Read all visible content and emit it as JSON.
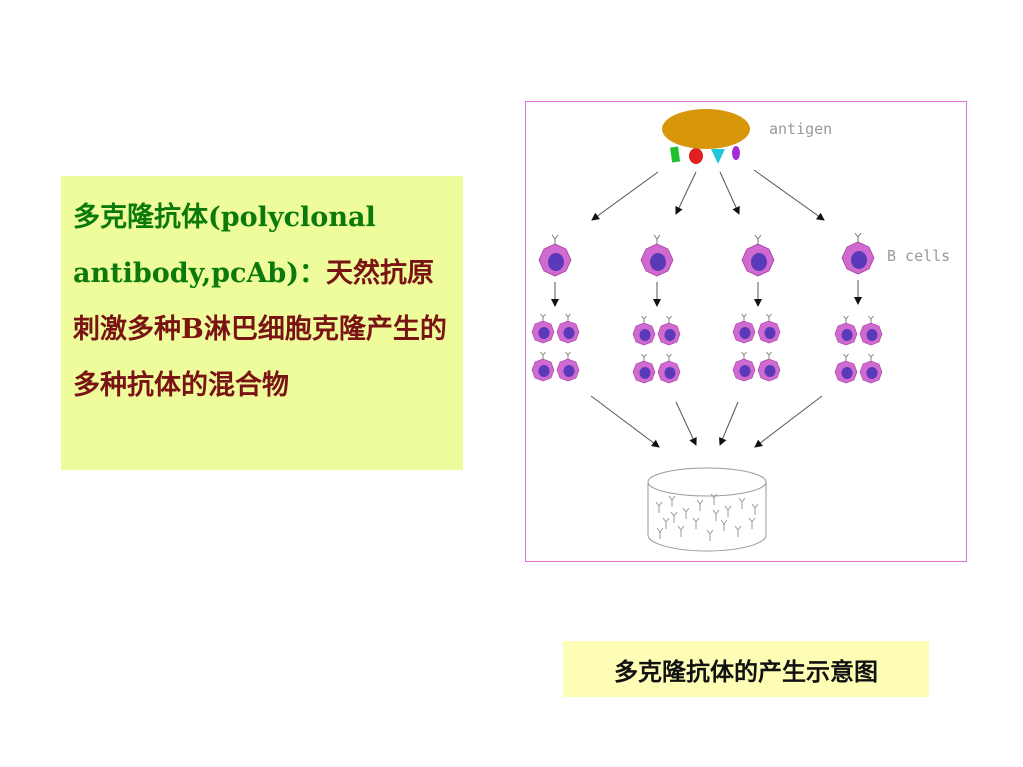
{
  "definition": {
    "term": "多克隆抗体(polyclonal antibody,pcAb)：",
    "body": "天然抗原刺激多种B淋巴细胞克隆产生的多种抗体的混合物"
  },
  "figure": {
    "antigen_label": "antigen",
    "bcells_label": "B cells",
    "colors": {
      "antigen": "#d8960a",
      "cell_outer": "#d06ad0",
      "cell_inner": "#5a3ab8",
      "epitope_green": "#1ec02e",
      "epitope_red": "#e01f1f",
      "epitope_cyan": "#23c8d8",
      "epitope_purple": "#a62ad8",
      "frame": "#e06fe0"
    }
  },
  "caption": "多克隆抗体的产生示意图"
}
